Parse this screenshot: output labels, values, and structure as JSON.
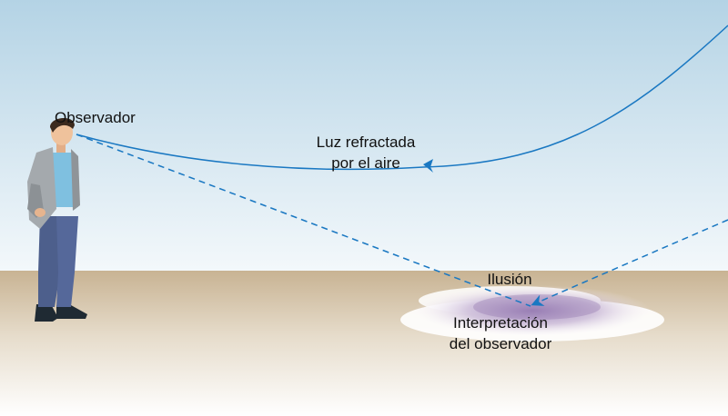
{
  "labels": {
    "observer": "Observador",
    "refracted_line1": "Luz refractada",
    "refracted_line2": "por el aire",
    "illusion": "Ilusión",
    "interpretation_line1": "Interpretación",
    "interpretation_line2": "del observador"
  },
  "colors": {
    "sky_top": "#b4d3e5",
    "sky_bottom": "#f3f8fb",
    "ground_top": "#c8b393",
    "ground_bottom": "#ffffff",
    "light_ray": "#1a78c2",
    "mirage": "#9a7fb6"
  }
}
